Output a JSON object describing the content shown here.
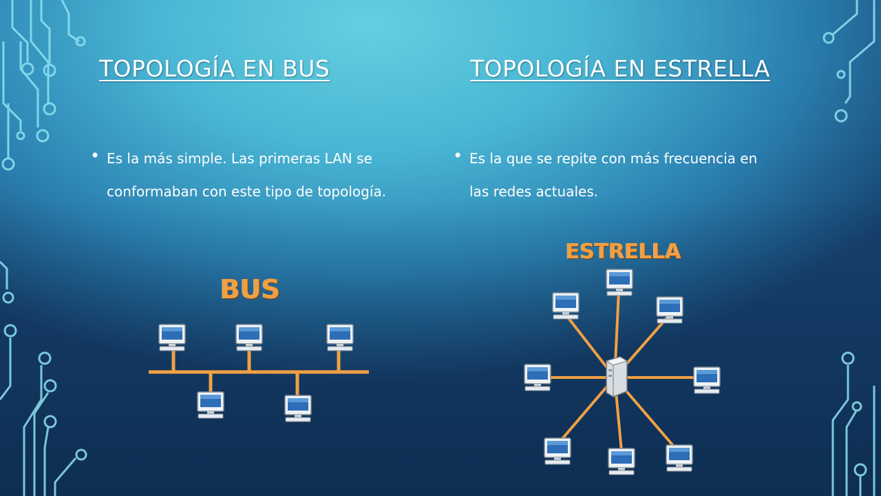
{
  "left": {
    "title": "TOPOLOGÍA EN BUS",
    "bullet": "Es la más simple. Las primeras LAN se conformaban con este tipo de topología.",
    "diagram_label": "BUS"
  },
  "right": {
    "title": "TOPOLOGÍA EN ESTRELLA",
    "bullet": "Es la que se repite con más frecuencia en las redes actuales.",
    "diagram_label": "ESTRELLA"
  },
  "colors": {
    "cable": "#f0a044",
    "label": "#f0a044",
    "circuit": "#8fe0f0"
  },
  "icons": [
    "computer-icon",
    "server-icon",
    "circuit-decoration"
  ]
}
